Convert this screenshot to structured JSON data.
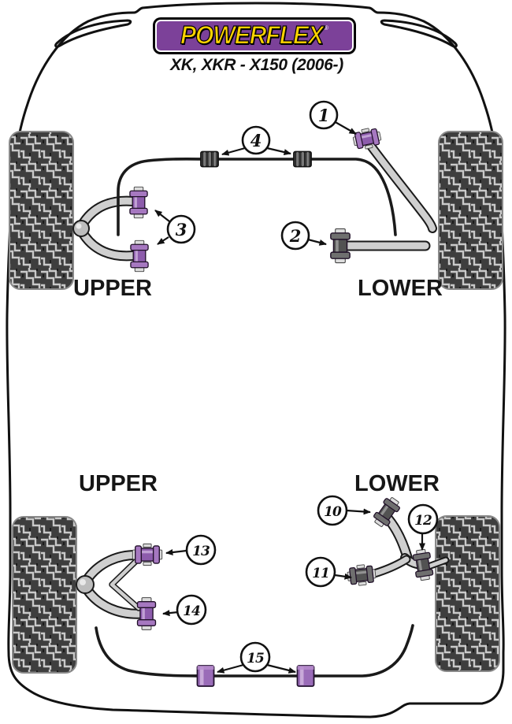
{
  "brand": {
    "name": "POWERFLEX",
    "registered": "®"
  },
  "model": "XK, XKR - X150 (2006-)",
  "sections": {
    "front": {
      "upper_label": "UPPER",
      "lower_label": "LOWER"
    },
    "rear": {
      "upper_label": "UPPER",
      "lower_label": "LOWER"
    }
  },
  "callouts": {
    "c1": "1",
    "c2": "2",
    "c3": "3",
    "c4": "4",
    "c10": "10",
    "c11": "11",
    "c12": "12",
    "c13": "13",
    "c14": "14",
    "c15": "15"
  },
  "colors": {
    "bushing_purple": "#8d5cac",
    "bushing_purple_light": "#c9abda",
    "bushing_dark": "#525252",
    "arm_gray": "#cfcfcf",
    "tire": "#3e3e3e",
    "tread_line": "#c9c9c9",
    "logo_purple": "#7c4199",
    "logo_yellow": "#ffd400",
    "line": "#111111"
  }
}
